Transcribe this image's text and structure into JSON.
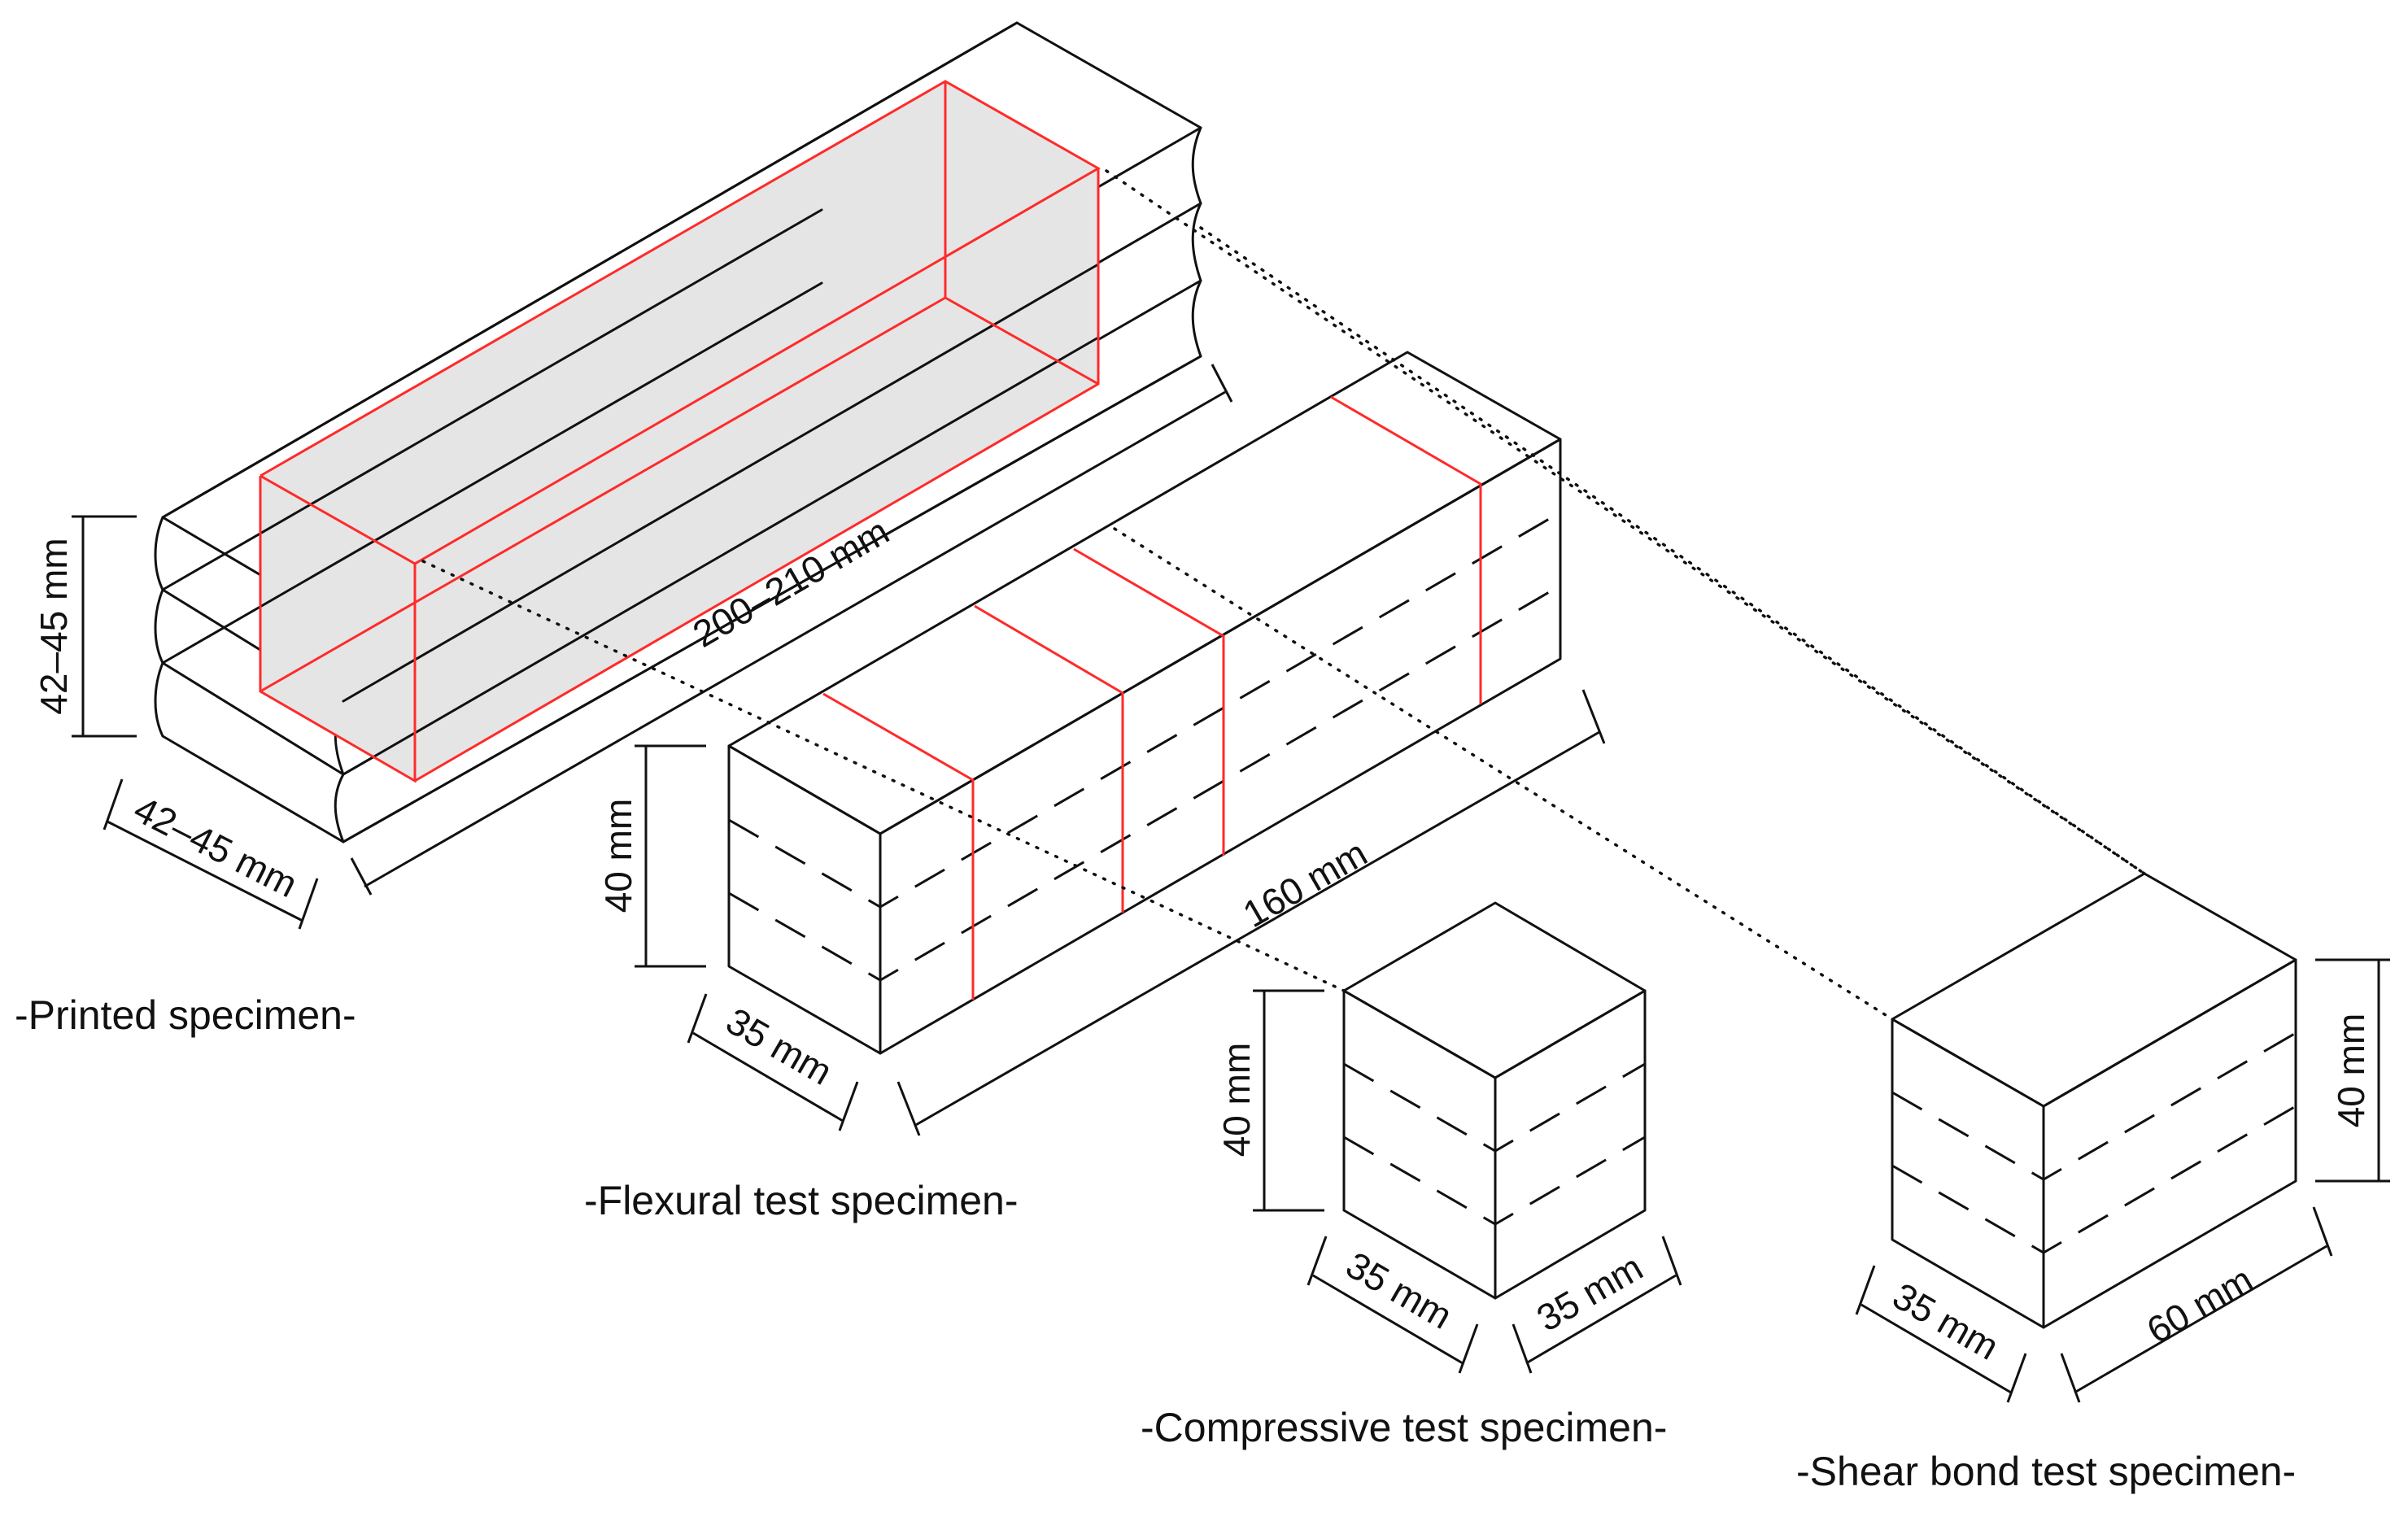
{
  "colors": {
    "line": "#111111",
    "cut_line": "#ff2a2a",
    "extracted_fill": "#e5e5e5",
    "background": "#ffffff"
  },
  "printed": {
    "height_label": "42–45 mm",
    "width_label": "42–45 mm",
    "length_label": "200–210 mm",
    "caption": "-Printed specimen-"
  },
  "flexural": {
    "height_label": "40 mm",
    "width_label": "35 mm",
    "length_label": "160 mm",
    "caption": "-Flexural test specimen-"
  },
  "compressive": {
    "height_label": "40 mm",
    "width_label": "35 mm",
    "depth_label": "35 mm",
    "caption": "-Compressive test specimen-"
  },
  "shear": {
    "height_label": "40 mm",
    "width_label": "35 mm",
    "length_label": "60 mm",
    "caption": "-Shear bond test specimen-"
  }
}
